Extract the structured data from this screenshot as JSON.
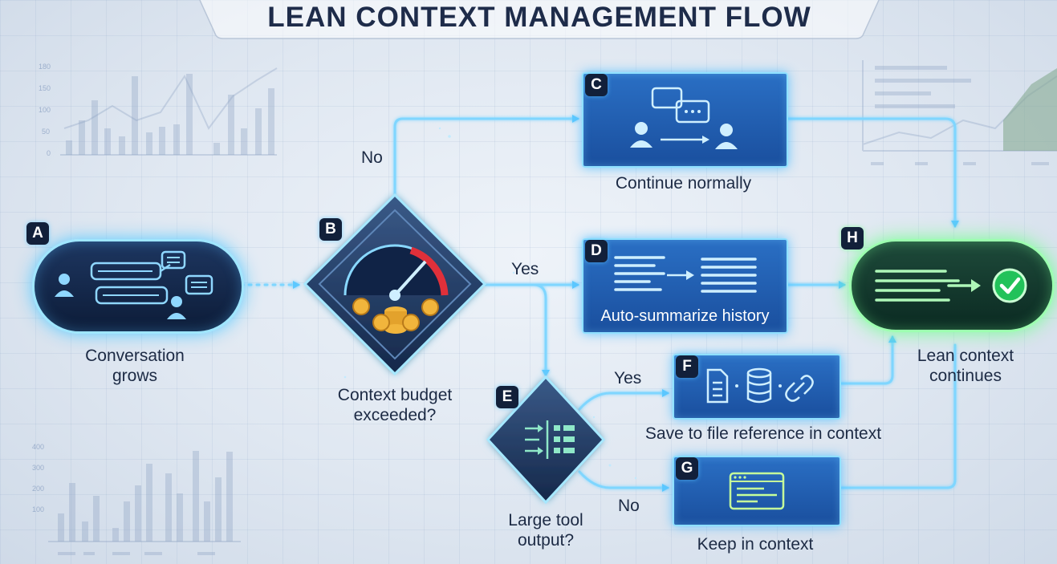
{
  "title": "LEAN CONTEXT MANAGEMENT FLOW",
  "nodes": {
    "A": {
      "badge": "A",
      "label_line1": "Conversation",
      "label_line2": "grows"
    },
    "B": {
      "badge": "B",
      "label_line1": "Context budget",
      "label_line2": "exceeded?"
    },
    "C": {
      "badge": "C",
      "label": "Continue normally"
    },
    "D": {
      "badge": "D",
      "label": "Auto-summarize history"
    },
    "E": {
      "badge": "E",
      "label_line1": "Large tool",
      "label_line2": "output?"
    },
    "F": {
      "badge": "F",
      "label": "Save to file reference in context"
    },
    "G": {
      "badge": "G",
      "label": "Keep in context"
    },
    "H": {
      "badge": "H",
      "label_line1": "Lean context",
      "label_line2": "continues"
    }
  },
  "edges": {
    "b_no": "No",
    "b_yes": "Yes",
    "e_yes": "Yes",
    "e_no": "No"
  },
  "background_charts": {
    "top_left_ticks": [
      "180",
      "150",
      "100",
      "50",
      "0"
    ],
    "bottom_left_ticks": [
      "400",
      "300",
      "200",
      "100"
    ]
  },
  "colors": {
    "accent_blue": "#8fe0ff",
    "box_blue": "#1a4f9e",
    "accent_green": "#9dffb0",
    "arrow": "#7fd6ff"
  },
  "icons": {
    "A": "chat-bubbles-users-icon",
    "B": "gauge-coins-icon",
    "C": "two-users-chat-icon",
    "D": "summarize-lines-icon",
    "E": "sort-list-icon",
    "F": "file-database-link-icon",
    "G": "terminal-window-icon",
    "H": "lean-lines-check-icon"
  }
}
